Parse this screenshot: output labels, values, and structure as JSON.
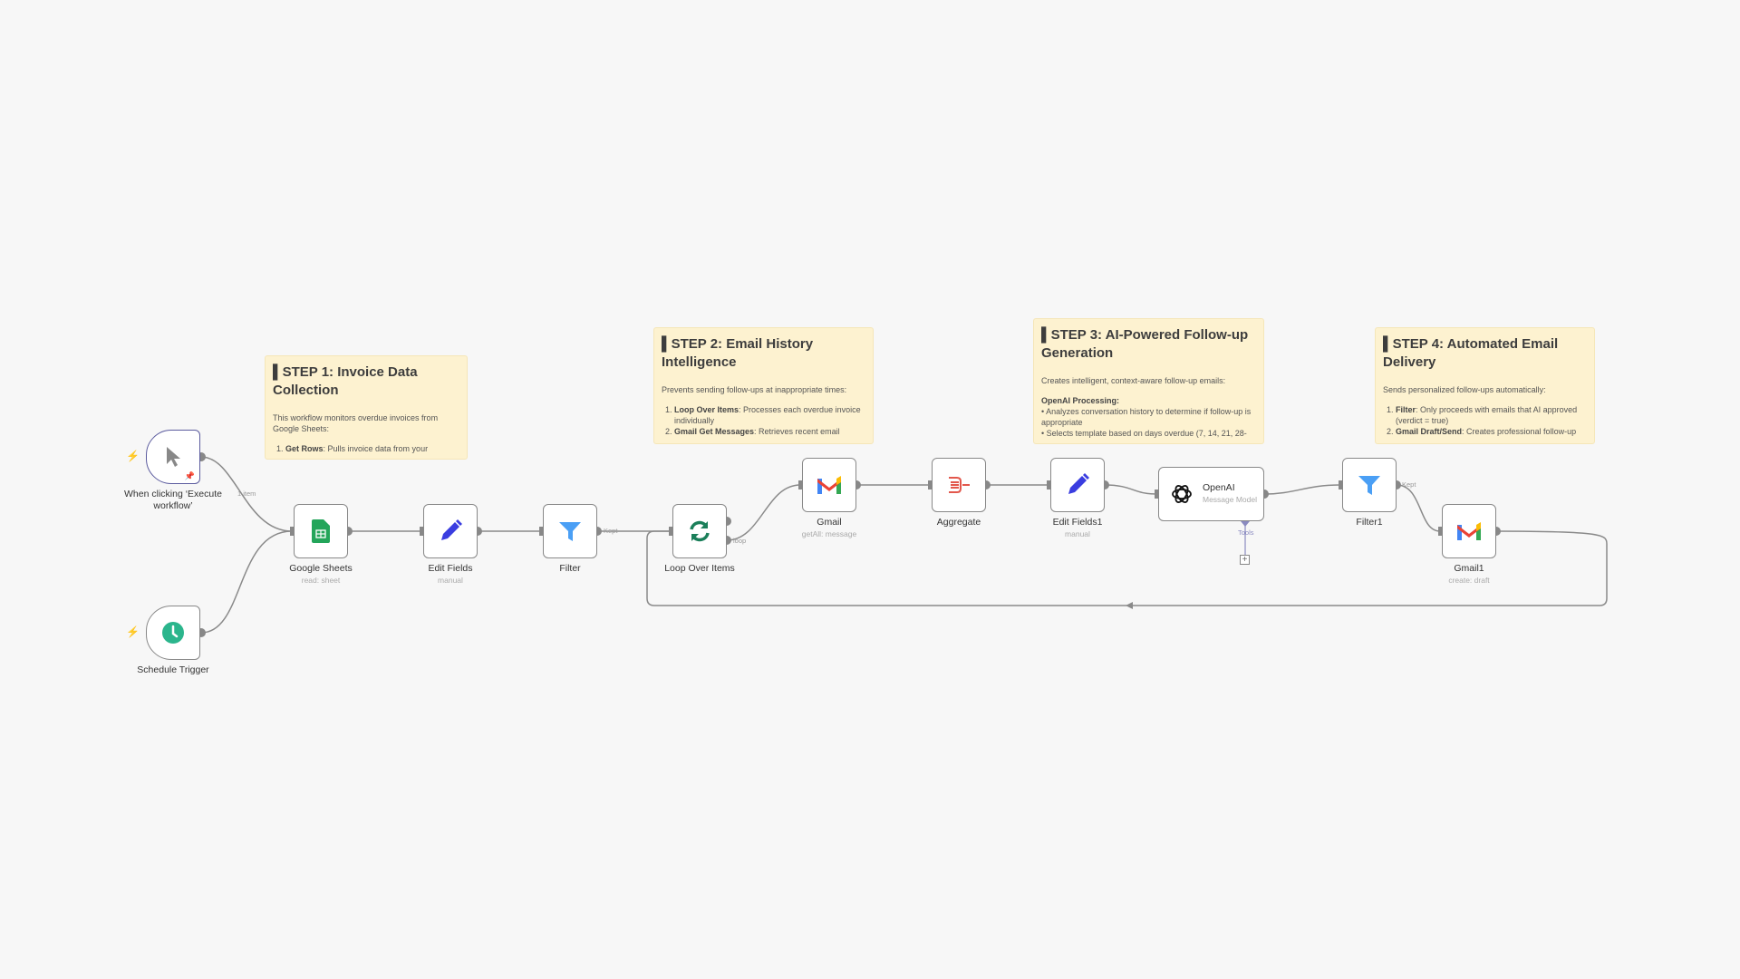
{
  "stickies": [
    {
      "title": "▌STEP 1: Invoice Data Collection",
      "intro": "This workflow monitors overdue invoices from Google Sheets:",
      "items": [
        {
          "bold": "Get Rows",
          "text": ": Pulls invoice data from your"
        }
      ]
    },
    {
      "title": "▌STEP 2: Email History Intelligence",
      "intro": "Prevents sending follow-ups at inappropriate times:",
      "items": [
        {
          "bold": "Loop Over Items",
          "text": ": Processes each overdue invoice individually"
        },
        {
          "bold": "Gmail Get Messages",
          "text": ": Retrieves recent email"
        }
      ]
    },
    {
      "title": "▌STEP 3: AI-Powered Follow-up Generation",
      "intro": "Creates intelligent, context-aware follow-up emails:",
      "heading": "OpenAI Processing:",
      "bullets": [
        "• Analyzes conversation history to determine if follow-up is appropriate",
        "• Selects template based on days overdue (7, 14, 21, 28-"
      ]
    },
    {
      "title": "▌STEP 4: Automated Email Delivery",
      "intro": "Sends personalized follow-ups automatically:",
      "items": [
        {
          "bold": "Filter",
          "text": ": Only proceeds with emails that AI approved (verdict = true)"
        },
        {
          "bold": "Gmail Draft/Send",
          "text": ": Creates professional follow-up"
        }
      ]
    }
  ],
  "nodes": {
    "manual_trigger": {
      "name": "When clicking ‘Execute workflow’"
    },
    "schedule_trigger": {
      "name": "Schedule Trigger"
    },
    "google_sheets": {
      "name": "Google Sheets",
      "sub": "read: sheet"
    },
    "edit_fields": {
      "name": "Edit Fields",
      "sub": "manual"
    },
    "filter": {
      "name": "Filter"
    },
    "loop": {
      "name": "Loop Over Items"
    },
    "gmail": {
      "name": "Gmail",
      "sub": "getAll: message"
    },
    "aggregate": {
      "name": "Aggregate"
    },
    "edit_fields1": {
      "name": "Edit Fields1",
      "sub": "manual"
    },
    "openai": {
      "name": "OpenAI",
      "sub": "Message Model"
    },
    "filter1": {
      "name": "Filter1"
    },
    "gmail1": {
      "name": "Gmail1",
      "sub": "create: draft"
    }
  },
  "edge_labels": {
    "item_count": "1 item",
    "kept": "Kept",
    "loop": "loop",
    "kept1": "Kept",
    "tools": "Tools"
  },
  "colors": {
    "canvas": "#f7f7f7",
    "sticky": "#fdf2d0",
    "trigger_bolt": "#ff6d5a",
    "sheets": "#23a55a",
    "edit": "#3a3de0",
    "filter": "#4a9ff5",
    "loop": "#1b7f5a",
    "aggregate": "#e2574c"
  }
}
